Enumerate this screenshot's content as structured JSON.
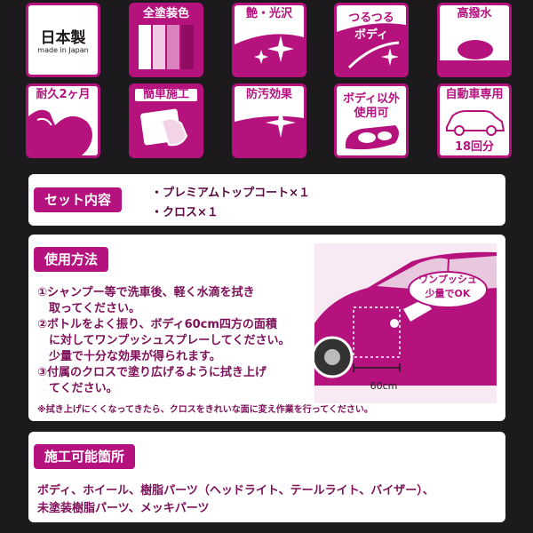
{
  "icons": [
    {
      "id": "made-in-japan",
      "title": "日本製",
      "sub": "made in Japan"
    },
    {
      "id": "all-paint",
      "title": "全塗装色"
    },
    {
      "id": "gloss",
      "title": "艶・光沢"
    },
    {
      "id": "smooth-body",
      "title_line1": "つるつる",
      "title_line2": "ボディ"
    },
    {
      "id": "water-repellent",
      "title": "高撥水"
    },
    {
      "id": "durability",
      "title": "耐久2ヶ月"
    },
    {
      "id": "easy-apply",
      "title": "簡単施工"
    },
    {
      "id": "anti-stain",
      "title": "防汚効果"
    },
    {
      "id": "non-body-use",
      "title_line1": "ボディ以外",
      "title_line2": "使用可"
    },
    {
      "id": "car-only",
      "title": "自動車専用",
      "sub": "18回分"
    }
  ],
  "set_contents": {
    "tag": "セット内容",
    "items": [
      "・プレミアムトップコート×１",
      "・クロス×１"
    ]
  },
  "usage": {
    "tag": "使用方法",
    "steps": [
      "①シャンプー等で洗車後、軽く水滴を拭き",
      "　取ってください。",
      "②ボトルをよく振り、ボディ60cm四方の面積",
      "　に対してワンプッシュスプレーしてください。",
      "　少量で十分な効果が得られます。",
      "③付属のクロスで塗り広げるように拭き上げ",
      "　てください。"
    ],
    "note": "※拭き上げにくくなってきたら、クロスをきれいな面に変え作業を行ってください。",
    "illustration": {
      "bubble_line1": "ワンプッシュ",
      "bubble_line2": "少量でOK",
      "measure": "60cm"
    }
  },
  "areas": {
    "tag": "施工可能箇所",
    "lines": [
      "ボディ、ホイール、樹脂パーツ（ヘッドライト、テールライト、バイザー）、",
      "未塗装樹脂パーツ、メッキパーツ"
    ]
  },
  "colors": {
    "accent": "#b5127e",
    "background": "#1d1a1d",
    "panel": "#ffffff"
  }
}
